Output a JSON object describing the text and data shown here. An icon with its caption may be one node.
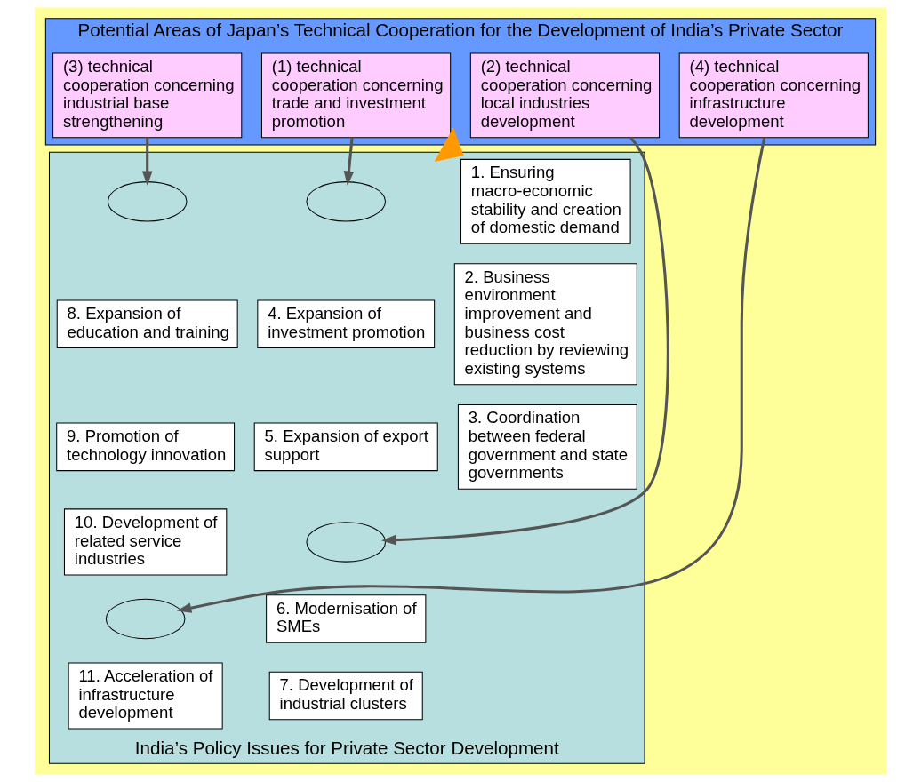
{
  "diagram": {
    "nodes": [
      {
        "text": [
          "Potential Areas of Japan’s Technical Cooperation for the Development of India’s Private Sector"
        ]
      },
      {
        "text": [
          "(1) technical cooperation concerning trade and investment promotion"
        ],
        "in": 0
      },
      {
        "text": [
          "(2) technical cooperation concerning local industries development"
        ],
        "in": 0
      },
      {
        "text": [
          "(3) technical cooperation concerning industrial base strengthening"
        ],
        "in": 0
      },
      {
        "text": [
          "(4) technical cooperation concerning infrastructure development"
        ],
        "in": 0
      },
      {
        "text": [
          "India’s Policy Issues for Private Sector Development"
        ]
      },
      {
        "text": [
          "1. Ensuring macro-economic stability and creation of domestic demand"
        ],
        "in": 5
      },
      {
        "text": [
          "2. Business environment improvement and business cost reduction by reviewing existing systems"
        ],
        "in": 5
      },
      {
        "text": [
          "3. Coordination between federal government and state governments"
        ],
        "in": 5
      },
      {
        "text": [],
        "shape": "ellipse",
        "in": 5
      },
      {
        "text": [
          "4. Expansion of investment promotion"
        ],
        "in": 5
      },
      {
        "text": [
          "5. Expansion of export support"
        ],
        "in": 5
      },
      {
        "text": [],
        "shape": "ellipse",
        "in": 5
      },
      {
        "text": [
          "6. Modernisation of SMEs"
        ],
        "in": 5
      },
      {
        "text": [
          "7. Development of industrial clusters"
        ],
        "in": 5
      },
      {
        "text": [],
        "shape": "ellipse",
        "in": 5
      },
      {
        "text": [
          "8. Expansion of education and training"
        ],
        "in": 5
      },
      {
        "text": [
          "9. Promotion of technology innovation"
        ],
        "in": 5
      },
      {
        "text": [
          "10. Development of related service industries"
        ],
        "in": 5
      },
      {
        "text": [],
        "shape": "ellipse",
        "in": 5
      },
      {
        "text": [
          "11. Acceleration of infrastructure development"
        ],
        "in": 5
      }
    ],
    "edges": [
      {
        "from": 1,
        "to": 9,
        "arrow": "to"
      },
      {
        "from": 2,
        "to": 12,
        "arrow": "to"
      },
      {
        "from": 3,
        "to": 15,
        "arrow": "to"
      },
      {
        "from": 4,
        "to": 19,
        "arrow": "to"
      },
      {
        "from": 0,
        "to": 5,
        "arrow": "to",
        "style": "thick",
        "color": "#ff9900"
      }
    ]
  }
}
